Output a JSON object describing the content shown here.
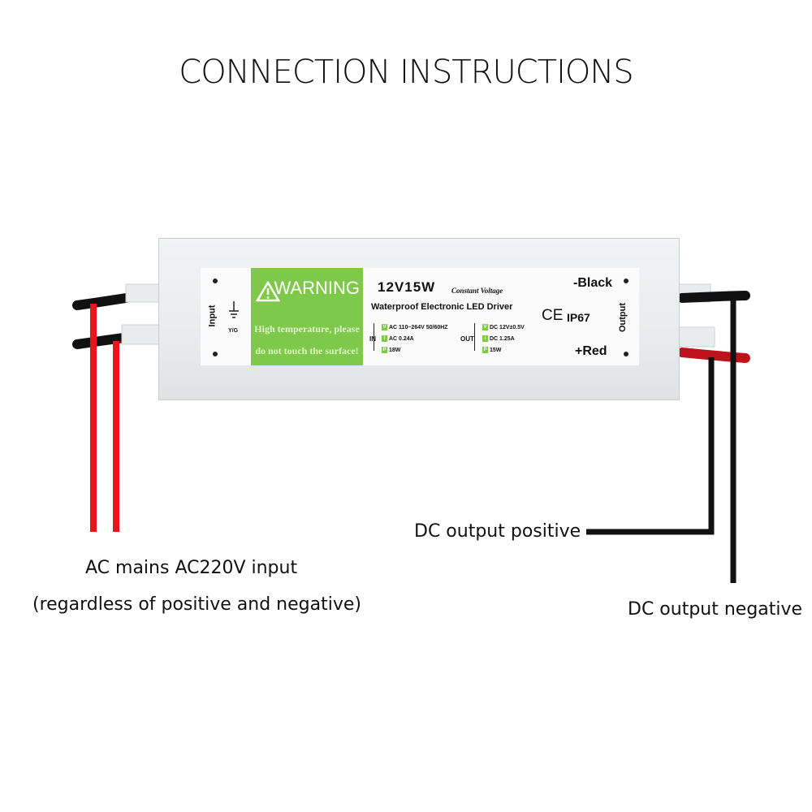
{
  "title": "CONNECTION INSTRUCTIONS",
  "driver": {
    "warning_title": "WARNING",
    "warning_line1": "High temperature, please",
    "warning_line2": "do not touch the surface!",
    "model": "12V15W",
    "model_sub": "Constant Voltage",
    "product": "Waterproof Electronic LED Driver",
    "ce_mark": "CE",
    "ip_rating": "IP67",
    "input_label": "Input",
    "ground_label": "Y/G",
    "output_label": "Output",
    "black_label": "-Black",
    "red_label": "+Red",
    "in_label": "IN",
    "out_label": "OUT",
    "in_specs": [
      {
        "key": "V",
        "text": "AC 110~264V 50/60HZ"
      },
      {
        "key": "I",
        "text": "AC 0.24A"
      },
      {
        "key": "P",
        "text": "18W"
      }
    ],
    "out_specs": [
      {
        "key": "V",
        "text": "DC 12V±0.5V"
      },
      {
        "key": "I",
        "text": "DC 1.25A"
      },
      {
        "key": "P",
        "text": "15W"
      }
    ]
  },
  "captions": {
    "ac_input_line1": "AC mains AC220V input",
    "ac_input_line2": "(regardless of positive and negative)",
    "dc_positive": "DC output positive",
    "dc_negative": "DC output negative"
  },
  "colors": {
    "ac_wire": "#e8151b",
    "dc_wire": "#111111",
    "warning_green": "#7ec84a"
  }
}
